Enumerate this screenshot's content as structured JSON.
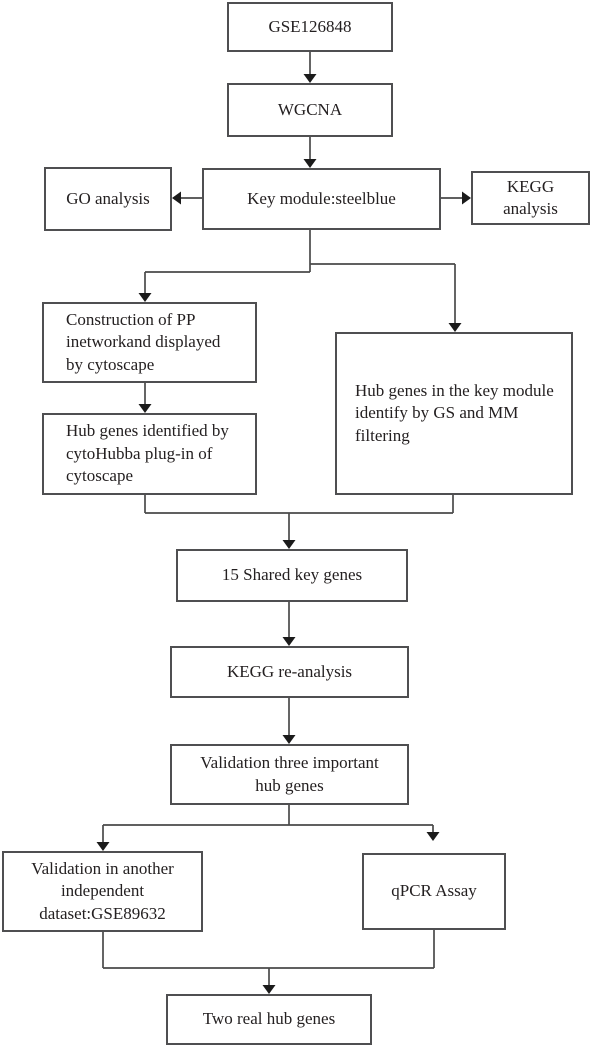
{
  "figure": {
    "type": "flowchart",
    "description": "Study workflow flowchart"
  },
  "colors": {
    "bg": "#ffffff",
    "border": "#4f4f51",
    "line": "#4a4a4a",
    "arrow": "#1b1b1b",
    "text": "#242021"
  },
  "nodes": {
    "gse126848": {
      "label": "GSE126848"
    },
    "wgcna": {
      "label": "WGCNA"
    },
    "go_analysis": {
      "label": "GO analysis"
    },
    "key_module": {
      "label": "Key module:steelblue"
    },
    "kegg_analysis": {
      "label": "KEGG\nanalysis"
    },
    "ppi_construction": {
      "label": "Construction of PP\ninetworkand displayed\nby cytoscape"
    },
    "cytohubba": {
      "label": "Hub genes identified by\ncytoHubba plug-in of\ncytoscape"
    },
    "gs_mm_filtering": {
      "label": "Hub genes in the key module\nidentify by GS and MM\nfiltering"
    },
    "shared_key_genes": {
      "label": "15 Shared key genes"
    },
    "kegg_reanalysis": {
      "label": "KEGG re-analysis"
    },
    "validation_hub_genes": {
      "label": "Validation three important\nhub genes"
    },
    "validation_dataset": {
      "label": "Validation in another\nindependent\ndataset:GSE89632"
    },
    "qpcr_assay": {
      "label": "qPCR Assay"
    },
    "two_real_hub_genes": {
      "label": "Two real hub genes"
    }
  },
  "edges": [
    {
      "from": "gse126848",
      "to": "wgcna"
    },
    {
      "from": "wgcna",
      "to": "key_module"
    },
    {
      "from": "key_module",
      "to": "go_analysis"
    },
    {
      "from": "key_module",
      "to": "kegg_analysis"
    },
    {
      "from": "key_module",
      "to": "ppi_construction"
    },
    {
      "from": "key_module",
      "to": "gs_mm_filtering"
    },
    {
      "from": "ppi_construction",
      "to": "cytohubba"
    },
    {
      "from": "cytohubba",
      "to": "shared_key_genes"
    },
    {
      "from": "gs_mm_filtering",
      "to": "shared_key_genes"
    },
    {
      "from": "shared_key_genes",
      "to": "kegg_reanalysis"
    },
    {
      "from": "kegg_reanalysis",
      "to": "validation_hub_genes"
    },
    {
      "from": "validation_hub_genes",
      "to": "validation_dataset"
    },
    {
      "from": "validation_hub_genes",
      "to": "qpcr_assay"
    },
    {
      "from": "validation_dataset",
      "to": "two_real_hub_genes"
    },
    {
      "from": "qpcr_assay",
      "to": "two_real_hub_genes"
    }
  ]
}
